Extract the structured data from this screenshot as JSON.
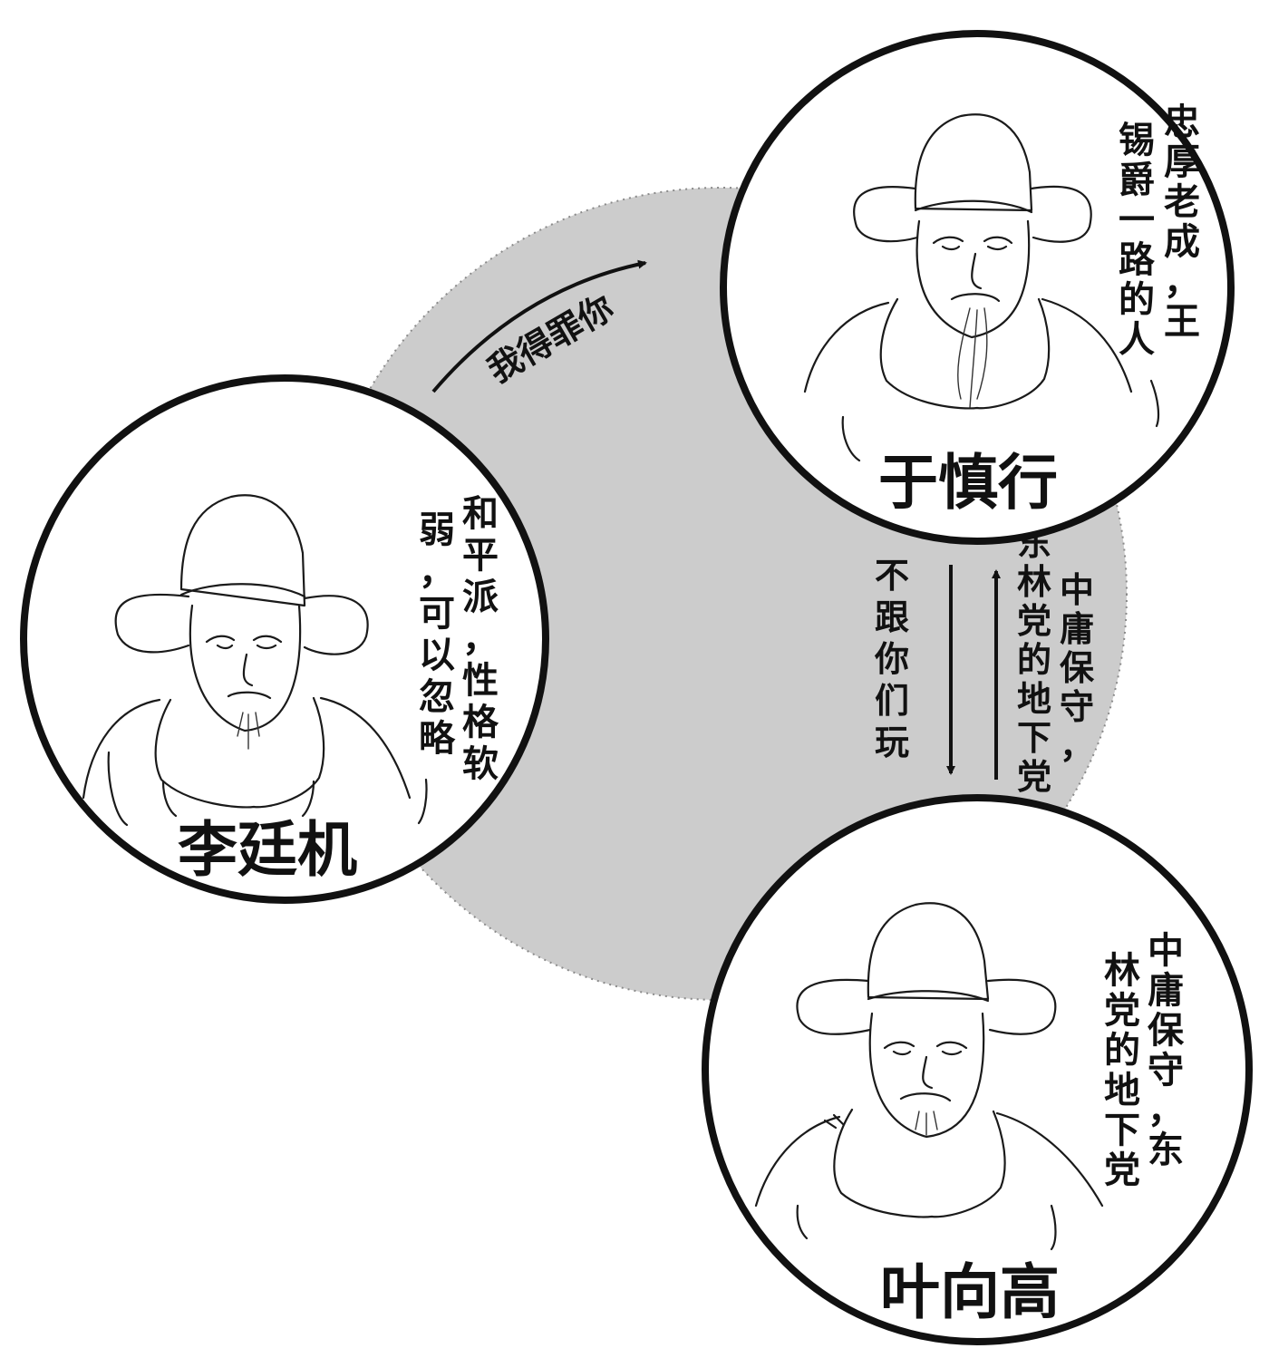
{
  "colors": {
    "background": "#ffffff",
    "shaded_area": "#cccccc",
    "line": "#111111"
  },
  "figures": {
    "li_tingji": {
      "name": "李廷机",
      "description_columns": [
        "和平派，性格软",
        "弱，可以忽略"
      ]
    },
    "yu_shenxing": {
      "name": "于慎行",
      "description_columns": [
        "忠厚老成，王",
        "锡爵一路的人"
      ]
    },
    "ye_xianggao": {
      "name": "叶向高",
      "description_columns": [
        "中庸保守，东",
        "林党的地下党"
      ]
    }
  },
  "relations": {
    "li_to_yu": {
      "label": "我得罪你"
    },
    "yu_to_ye": {
      "label": "不跟你们玩"
    },
    "ye_to_yu": {
      "label_columns": [
        "中庸保守，",
        "东林党的地下党"
      ]
    }
  }
}
